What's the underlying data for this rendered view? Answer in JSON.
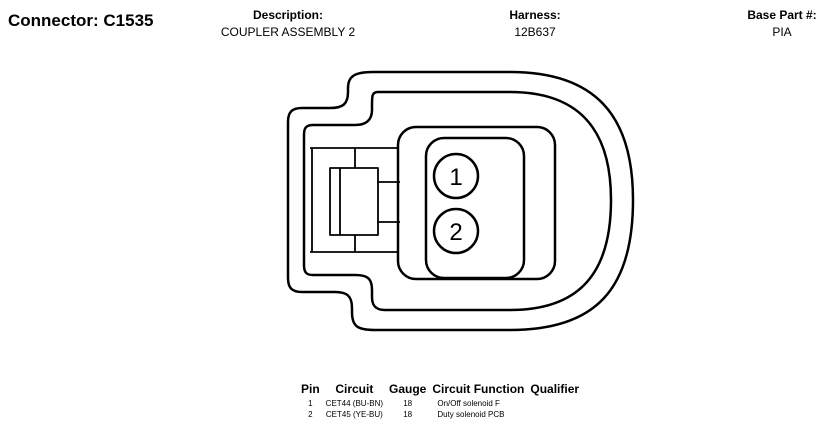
{
  "header": {
    "connector_title": "Connector: C1535",
    "description_label": "Description:",
    "description_value": "COUPLER ASSEMBLY 2",
    "harness_label": "Harness:",
    "harness_value": "12B637",
    "base_part_label": "Base Part #:",
    "base_part_value": "PIA"
  },
  "diagram": {
    "pin_labels": [
      "1",
      "2"
    ]
  },
  "pin_table": {
    "columns": [
      "Pin",
      "Circuit",
      "Gauge",
      "Circuit Function",
      "Qualifier"
    ],
    "rows": [
      {
        "pin": "1",
        "circuit": "CET44 (BU-BN)",
        "gauge": "18",
        "function": "On/Off solenoid F",
        "qualifier": ""
      },
      {
        "pin": "2",
        "circuit": "CET45 (YE-BU)",
        "gauge": "18",
        "function": "Duty solenoid PCB",
        "qualifier": ""
      }
    ]
  }
}
